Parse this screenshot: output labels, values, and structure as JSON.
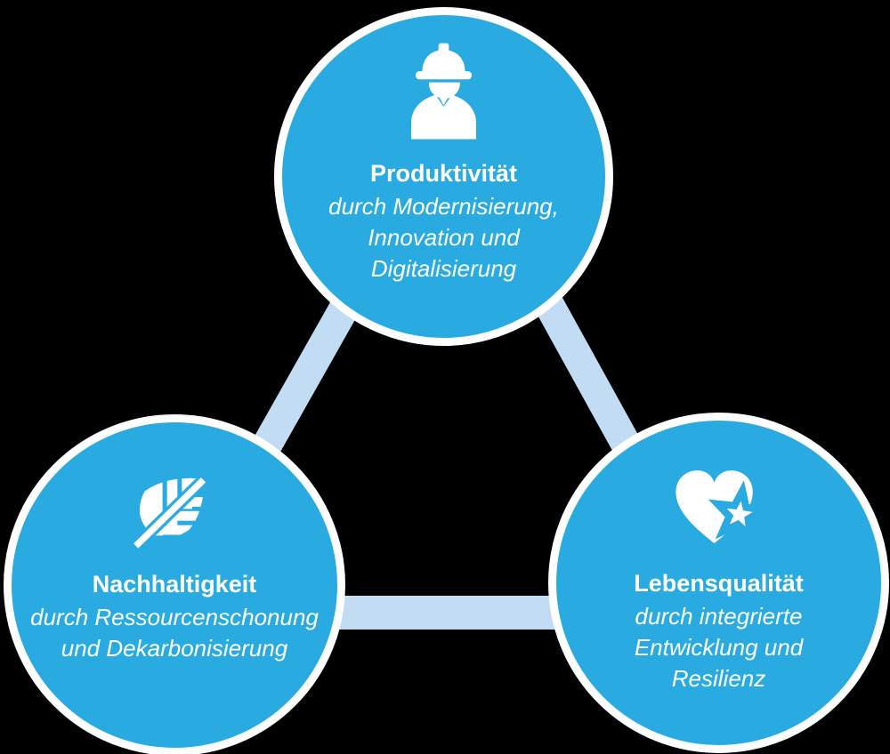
{
  "diagram": {
    "background_color": "#000000",
    "palette": {
      "node_fill": "#29abe2",
      "node_ring": "#ffffff",
      "connector": "#c2dcf4",
      "text": "#ffffff"
    },
    "nodes": [
      {
        "id": "produktivitaet",
        "icon": "construction-worker-icon",
        "title": "Produktivität",
        "subtitle_lines": [
          "durch Modernisierung,",
          "Innovation und",
          "Digitalisierung"
        ]
      },
      {
        "id": "nachhaltigkeit",
        "icon": "leaf-icon",
        "title": "Nachhaltigkeit",
        "subtitle_lines": [
          "durch Ressourcenschonung",
          "und Dekarbonisierung"
        ]
      },
      {
        "id": "lebensqualitaet",
        "icon": "heart-star-icon",
        "title": "Lebensqualität",
        "subtitle_lines": [
          "durch integrierte",
          "Entwicklung und",
          "Resilienz"
        ]
      }
    ],
    "connections": [
      [
        "Produktivität",
        "Nachhaltigkeit"
      ],
      [
        "Produktivität",
        "Lebensqualität"
      ],
      [
        "Nachhaltigkeit",
        "Lebensqualität"
      ]
    ]
  }
}
